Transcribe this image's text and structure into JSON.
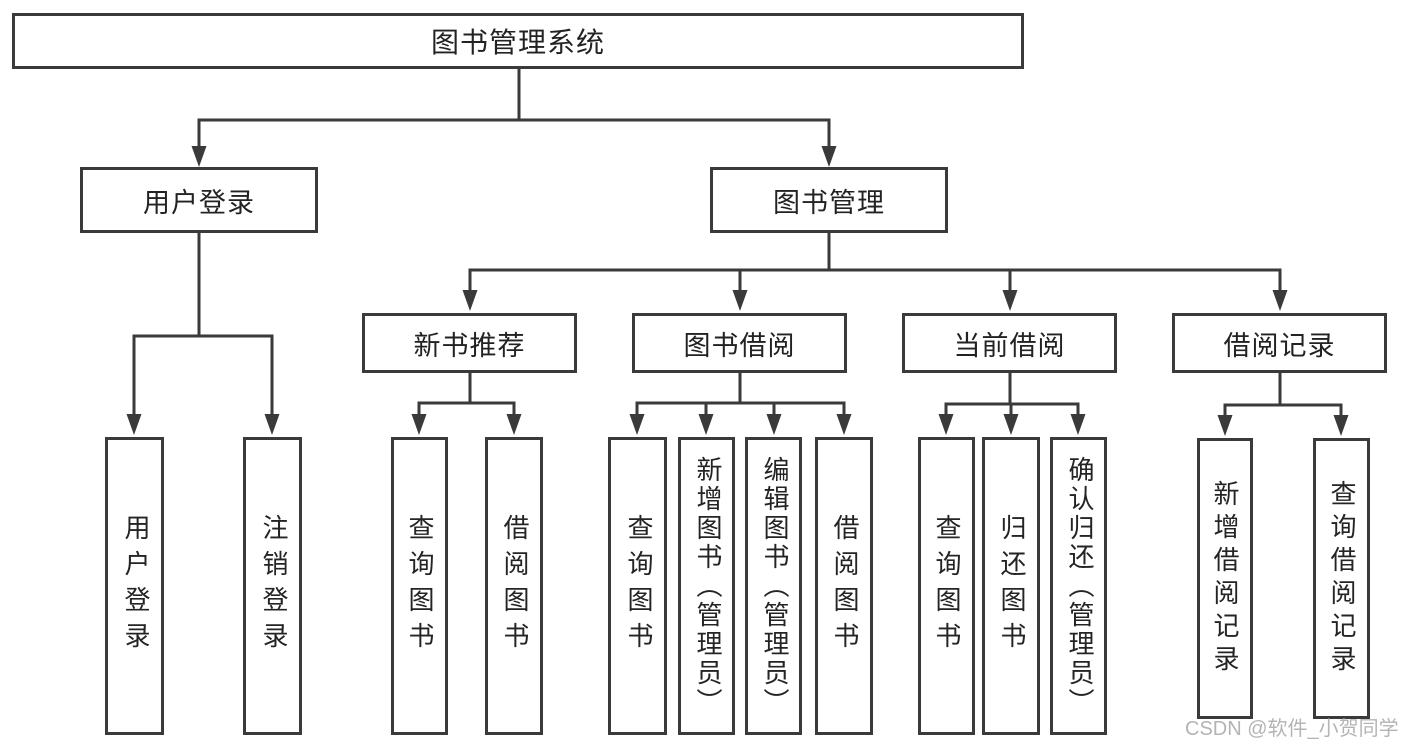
{
  "colors": {
    "line": "#3a3a3a",
    "box_border": "#3a3a3a",
    "text": "#222222",
    "background": "#ffffff",
    "watermark": "#b4b4b4"
  },
  "tree": {
    "root": {
      "label": "图书管理系统"
    },
    "level2": [
      {
        "label": "用户登录"
      },
      {
        "label": "图书管理"
      }
    ],
    "level3": [
      {
        "label": "新书推荐"
      },
      {
        "label": "图书借阅"
      },
      {
        "label": "当前借阅"
      },
      {
        "label": "借阅记录"
      }
    ],
    "leaves": {
      "user_login": [
        "用户登录",
        "注销登录"
      ],
      "new_book_recommend": [
        "查询图书",
        "借阅图书"
      ],
      "book_borrow": [
        "查询图书",
        "新增图书（管理员）",
        "编辑图书（管理员）",
        "借阅图书"
      ],
      "current_borrow": [
        "查询图书",
        "归还图书",
        "确认归还（管理员）"
      ],
      "borrow_records": [
        "新增借阅记录",
        "查询借阅记录"
      ]
    }
  },
  "watermark": {
    "text": "CSDN @软件_小贺同学"
  }
}
